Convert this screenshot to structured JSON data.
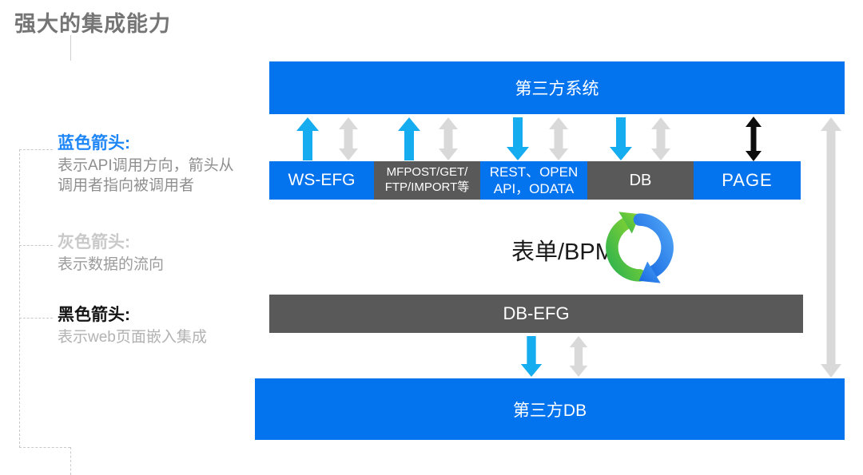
{
  "title": "强大的集成能力",
  "colors": {
    "bar_blue": "#0473ee",
    "bar_dark_gray": "#595959",
    "arrow_blue": "#16adf0",
    "arrow_gray": "#d9d9d9",
    "arrow_black": "#0d0d0d",
    "legend_blue_heading": "#1e86f7",
    "legend_gray_heading": "#c9c9c9",
    "legend_black_heading": "#141414",
    "title_gray": "#757575"
  },
  "legend": {
    "blue": {
      "heading": "蓝色箭头:",
      "desc": "表示API调用方向，箭头从调用者指向被调用者"
    },
    "gray": {
      "heading": "灰色箭头:",
      "desc": "表示数据的流向"
    },
    "black": {
      "heading": "黑色箭头:",
      "desc": "表示web页面嵌入集成"
    }
  },
  "diagram": {
    "top_bar": "第三方系统",
    "boxes": [
      {
        "label": "WS-EFG",
        "style": "blue"
      },
      {
        "label": "MFPOST/GET/\nFTP/IMPORT等",
        "style": "dark"
      },
      {
        "label": "REST、OPEN\nAPI，ODATA",
        "style": "blue"
      },
      {
        "label": "DB",
        "style": "dark"
      },
      {
        "label": "PAGE",
        "style": "blue"
      }
    ],
    "middle_label": "表单/BPM",
    "db_efg_bar": "DB-EFG",
    "bottom_bar": "第三方DB",
    "arrow_meanings": {
      "blue_up": "调用方向向上（API调用）",
      "blue_down": "调用方向向下（API调用）",
      "gray_double": "数据流向（双向）",
      "black_double": "web页面嵌入集成",
      "right_long_gray": "数据流向（第三方系统与第三方DB之间）"
    }
  }
}
